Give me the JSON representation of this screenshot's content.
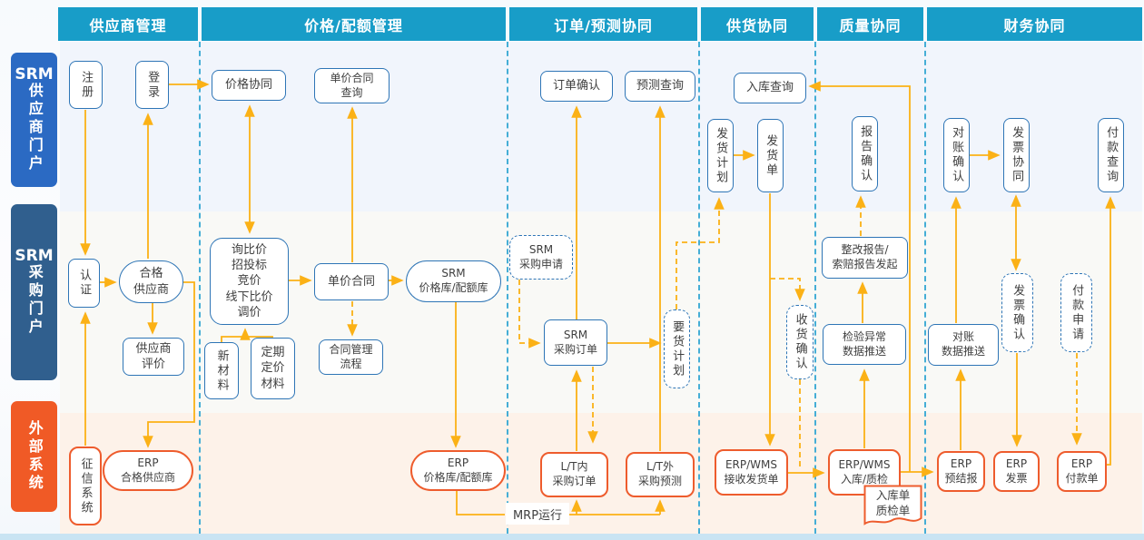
{
  "header_columns": [
    "供应商管理",
    "价格/配额管理",
    "订单/预测协同",
    "供货协同",
    "质量协同",
    "财务协同"
  ],
  "lanes": [
    {
      "prefix": "SRM",
      "name": "供应商门户"
    },
    {
      "prefix": "SRM",
      "name": "采购门户"
    },
    {
      "prefix": "",
      "name": "外部系统"
    }
  ],
  "nodes": {
    "register": "注册",
    "login": "登录",
    "price_collab": "价格协同",
    "upc_query": "单价合同\n查询",
    "order_confirm": "订单确认",
    "forecast_query": "预测查询",
    "inbound_query": "入库查询",
    "delivery_plan": "发货计划",
    "delivery_note": "发货单",
    "report_confirm": "报告确认",
    "recon_confirm": "对账确认",
    "invoice_collab": "发票协同",
    "payment_query": "付款查询",
    "certification": "认证",
    "qualified_supplier": "合格\n供应商",
    "supplier_eval": "供应商\n评价",
    "sourcing": "询比价\n招投标\n竞价\n线下比价\n调价",
    "new_material": "新材料",
    "periodic_material": "定期\n定价\n材料",
    "unit_price_contract": "单价合同",
    "contract_process": "合同管理\n流程",
    "srm_price_lib": "SRM\n价格库/配额库",
    "srm_pr": "SRM\n采购申请",
    "srm_po": "SRM\n采购订单",
    "demand_plan": "要货计划",
    "receipt_confirm": "收货确认",
    "rectify_report": "整改报告/\n索赔报告发起",
    "inspect_push": "检验异常\n数据推送",
    "recon_push": "对账\n数据推送",
    "invoice_confirm": "发票确认",
    "payment_request": "付款申请",
    "credit_system": "征信系统",
    "erp_supplier": "ERP\n合格供应商",
    "erp_price_lib": "ERP\n价格库/配额库",
    "lt_in_po": "L/T内\n采购订单",
    "lt_out_forecast": "L/T外\n采购预测",
    "mrp": "MRP运行",
    "erp_wms_receive": "ERP/WMS\n接收发货单",
    "erp_wms_inbound": "ERP/WMS\n入库/质检",
    "inbound_doc": "入库单\n质检单",
    "erp_presettle": "ERP\n预结报",
    "erp_invoice": "ERP\n发票",
    "erp_payment": "ERP\n付款单"
  },
  "colors": {
    "header": "#189dc8",
    "lane_supplier_portal": "#2b6ac3",
    "lane_purchase_portal": "#305f8e",
    "lane_external": "#f05a26",
    "box_border_blue": "#2e75b6",
    "box_border_orange": "#ee5c2d",
    "arrow": "#FBB116",
    "row1_bg": "#f1f5fc",
    "row2_bg": "#f9f9f6",
    "row3_bg": "#fdf2e9"
  }
}
